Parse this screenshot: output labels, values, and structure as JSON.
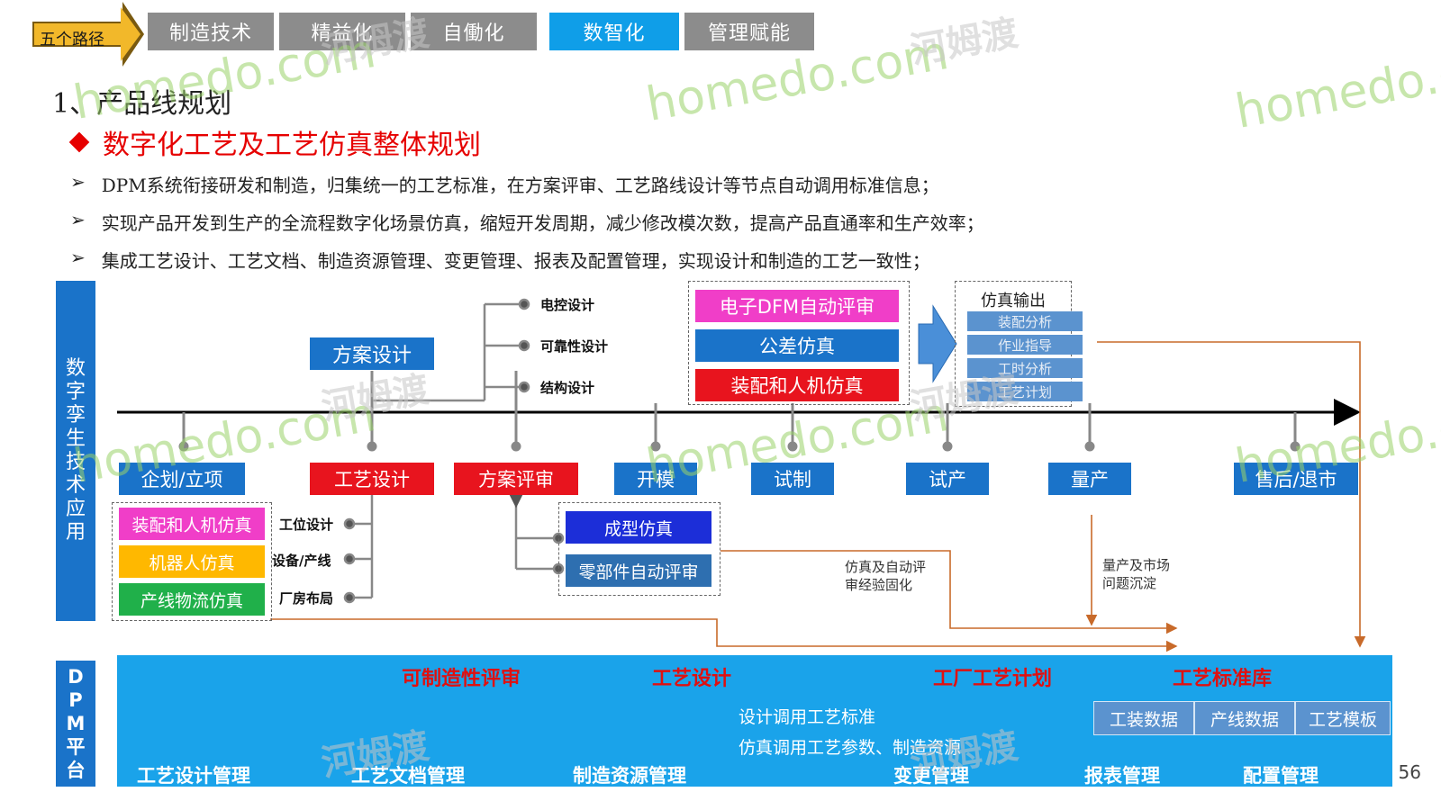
{
  "nav": {
    "path_label": "五个路径",
    "tabs": [
      {
        "label": "制造技术",
        "active": false
      },
      {
        "label": "精益化",
        "active": false
      },
      {
        "label": "自働化",
        "active": false
      },
      {
        "label": "数智化",
        "active": true
      },
      {
        "label": "管理赋能",
        "active": false
      }
    ]
  },
  "section_title": "1、产品线规划",
  "subtitle": "数字化工艺及工艺仿真整体规划",
  "bullets": [
    "DPM系统衔接研发和制造，归集统一的工艺标准，在方案评审、工艺路线设计等节点自动调用标准信息；",
    "实现产品开发到生产的全流程数字化场景仿真，缩短开发周期，减少修改模次数，提高产品直通率和生产效率；",
    "集成工艺设计、工艺文档、制造资源管理、变更管理、报表及配置管理，实现设计和制造的工艺一致性；"
  ],
  "left_bar": "数字孪生技术应用",
  "dpm_bar": "DPM平台",
  "phases": [
    "企划/立项",
    "工艺设计",
    "方案评审",
    "开模",
    "试制",
    "试产",
    "量产",
    "售后/退市"
  ],
  "scheme_design": "方案设计",
  "scheme_branches": [
    "电控设计",
    "可靠性设计",
    "结构设计"
  ],
  "sim_group": [
    "电子DFM自动评审",
    "公差仿真",
    "装配和人机仿真"
  ],
  "sim_output": {
    "title": "仿真输出",
    "items": [
      "装配分析",
      "作业指导",
      "工时分析",
      "工艺计划"
    ]
  },
  "left_sims": [
    "装配和人机仿真",
    "机器人仿真",
    "产线物流仿真"
  ],
  "left_sim_labels": [
    "工位设计",
    "设备/产线",
    "厂房布局"
  ],
  "mold_sims": [
    "成型仿真",
    "零部件自动评审"
  ],
  "note_sim": "仿真及自动评\n审经验固化",
  "note_mass": "量产及市场\n问题沉淀",
  "platform": {
    "top_items": [
      "可制造性评审",
      "工艺设计",
      "工厂工艺计划",
      "工艺标准库"
    ],
    "call_std": "设计调用工艺标准",
    "call_sim": "仿真调用工艺参数、制造资源",
    "std_cells": [
      "工装数据",
      "产线数据",
      "工艺模板"
    ],
    "bottom_items": [
      "工艺设计管理",
      "工艺文档管理",
      "制造资源管理",
      "变更管理",
      "报表管理",
      "配置管理"
    ]
  },
  "page_number": "56",
  "watermark": {
    "en": "homedo.com",
    "cn": "河姆渡"
  },
  "colors": {
    "blue": "#1a73c9",
    "red": "#e8141e",
    "platform": "#1aa3ea",
    "active_tab": "#0f9ee8",
    "line_orange": "#c86a2a"
  }
}
